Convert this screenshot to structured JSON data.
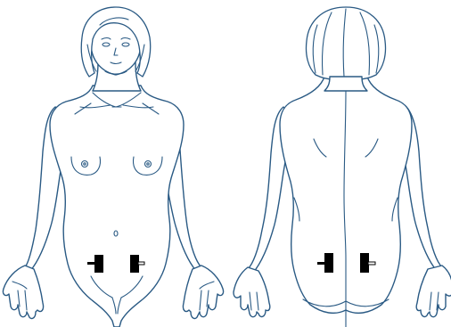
{
  "colors": {
    "background": "#ffffff",
    "outline": "#2a5a84",
    "marker": "#000000"
  },
  "figures": [
    {
      "view": "front",
      "markers": 2
    },
    {
      "view": "back",
      "markers": 2
    }
  ]
}
